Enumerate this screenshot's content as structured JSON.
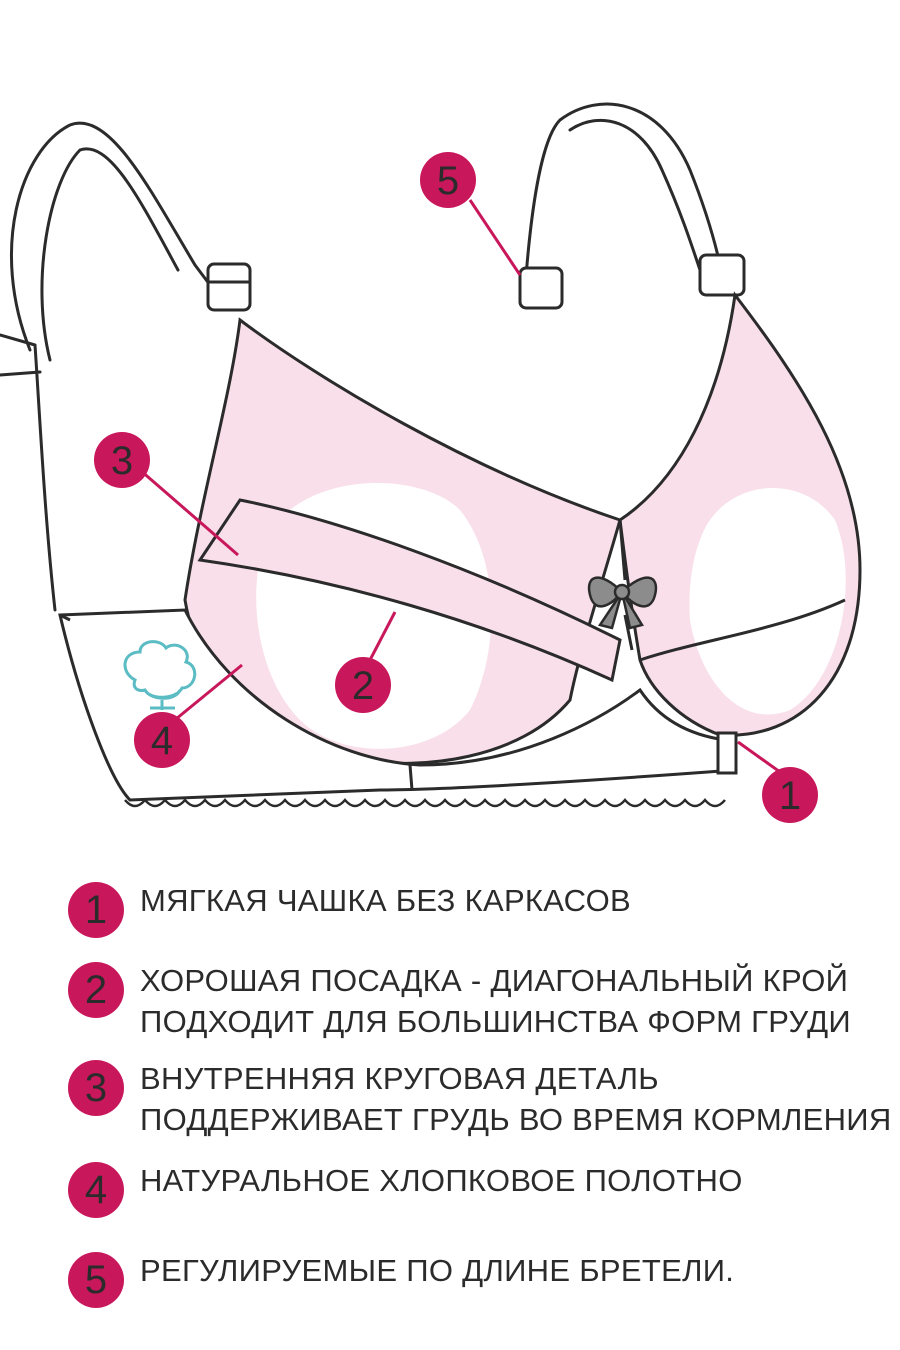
{
  "colors": {
    "accent": "#c8185b",
    "fabric": "#f9dfea",
    "outline": "#2b2b2b",
    "bow": "#8c8c8c",
    "cotton_icon": "#5bbcc4"
  },
  "markers": [
    {
      "number": "1"
    },
    {
      "number": "2"
    },
    {
      "number": "3"
    },
    {
      "number": "4"
    },
    {
      "number": "5"
    }
  ],
  "icons": [
    "cotton-flower-icon",
    "bow-icon"
  ],
  "legend": [
    {
      "number": "1",
      "lines": [
        "МЯГКАЯ ЧАШКА БЕЗ КАРКАСОВ"
      ]
    },
    {
      "number": "2",
      "lines": [
        "ХОРОШАЯ ПОСАДКА - ДИАГОНАЛЬНЫЙ КРОЙ",
        "ПОДХОДИТ ДЛЯ БОЛЬШИНСТВА ФОРМ ГРУДИ"
      ]
    },
    {
      "number": "3",
      "lines": [
        "ВНУТРЕННЯЯ КРУГОВАЯ ДЕТАЛЬ",
        "ПОДДЕРЖИВАЕТ ГРУДЬ ВО ВРЕМЯ КОРМЛЕНИЯ"
      ]
    },
    {
      "number": "4",
      "lines": [
        "НАТУРАЛЬНОЕ ХЛОПКОВОЕ ПОЛОТНО"
      ]
    },
    {
      "number": "5",
      "lines": [
        "РЕГУЛИРУЕМЫЕ ПО ДЛИНЕ БРЕТЕЛИ."
      ]
    }
  ]
}
